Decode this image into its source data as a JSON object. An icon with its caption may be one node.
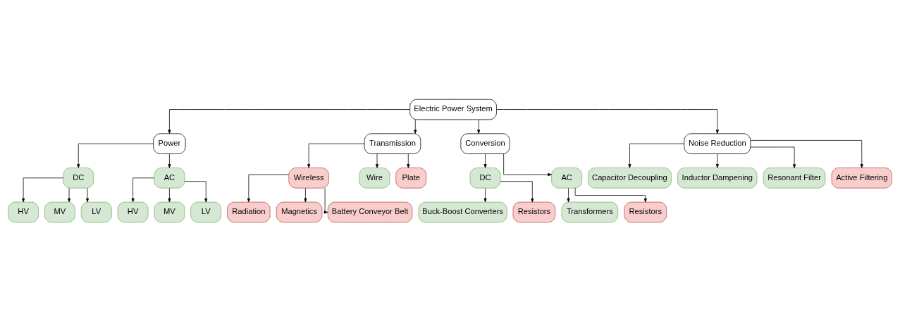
{
  "diagram": {
    "nodes": [
      {
        "text": [
          "Electric Power System"
        ]
      },
      {
        "text": [
          "Power"
        ]
      },
      {
        "text": [
          "Transmission"
        ]
      },
      {
        "text": [
          "Conversion"
        ]
      },
      {
        "text": [
          "Noise Reduction"
        ]
      },
      {
        "text": [
          "DC"
        ]
      },
      {
        "text": [
          "AC"
        ]
      },
      {
        "text": [
          "HV"
        ]
      },
      {
        "text": [
          "MV"
        ]
      },
      {
        "text": [
          "LV"
        ]
      },
      {
        "text": [
          "HV"
        ]
      },
      {
        "text": [
          "MV"
        ]
      },
      {
        "text": [
          "LV"
        ]
      },
      {
        "text": [
          "Wireless"
        ]
      },
      {
        "text": [
          "Wire"
        ]
      },
      {
        "text": [
          "Plate"
        ]
      },
      {
        "text": [
          "Radiation"
        ]
      },
      {
        "text": [
          "Magnetics"
        ]
      },
      {
        "text": [
          "Battery Conveyor Belt"
        ]
      },
      {
        "text": [
          "DC"
        ]
      },
      {
        "text": [
          "AC"
        ]
      },
      {
        "text": [
          "Buck-Boost Converters"
        ]
      },
      {
        "text": [
          "Resistors"
        ]
      },
      {
        "text": [
          "Transformers"
        ]
      },
      {
        "text": [
          "Resistors"
        ]
      },
      {
        "text": [
          "Capacitor Decoupling"
        ]
      },
      {
        "text": [
          "Inductor Dampening"
        ]
      },
      {
        "text": [
          "Resonant Filter"
        ]
      },
      {
        "text": [
          "Active Filtering"
        ]
      }
    ],
    "edges": [
      {
        "from": 0,
        "to": 1,
        "arrow": "to"
      },
      {
        "from": 0,
        "to": 2,
        "arrow": "to"
      },
      {
        "from": 0,
        "to": 3,
        "arrow": "to"
      },
      {
        "from": 0,
        "to": 4,
        "arrow": "to"
      },
      {
        "from": 1,
        "to": 5,
        "arrow": "to"
      },
      {
        "from": 1,
        "to": 6,
        "arrow": "to"
      },
      {
        "from": 5,
        "to": 7,
        "arrow": "to"
      },
      {
        "from": 5,
        "to": 8,
        "arrow": "to"
      },
      {
        "from": 5,
        "to": 9,
        "arrow": "to"
      },
      {
        "from": 6,
        "to": 10,
        "arrow": "to"
      },
      {
        "from": 6,
        "to": 11,
        "arrow": "to"
      },
      {
        "from": 6,
        "to": 12,
        "arrow": "to"
      },
      {
        "from": 2,
        "to": 13,
        "arrow": "to"
      },
      {
        "from": 2,
        "to": 14,
        "arrow": "to"
      },
      {
        "from": 2,
        "to": 15,
        "arrow": "to"
      },
      {
        "from": 13,
        "to": 16,
        "arrow": "to"
      },
      {
        "from": 13,
        "to": 17,
        "arrow": "to"
      },
      {
        "from": 13,
        "to": 18,
        "arrow": "to"
      },
      {
        "from": 3,
        "to": 19,
        "arrow": "to"
      },
      {
        "from": 3,
        "to": 20,
        "arrow": "to"
      },
      {
        "from": 19,
        "to": 21,
        "arrow": "to"
      },
      {
        "from": 19,
        "to": 22,
        "arrow": "to"
      },
      {
        "from": 20,
        "to": 23,
        "arrow": "to"
      },
      {
        "from": 20,
        "to": 24,
        "arrow": "to"
      },
      {
        "from": 4,
        "to": 25,
        "arrow": "to"
      },
      {
        "from": 4,
        "to": 26,
        "arrow": "to"
      },
      {
        "from": 4,
        "to": 27,
        "arrow": "to"
      },
      {
        "from": 4,
        "to": 28,
        "arrow": "to"
      }
    ]
  }
}
